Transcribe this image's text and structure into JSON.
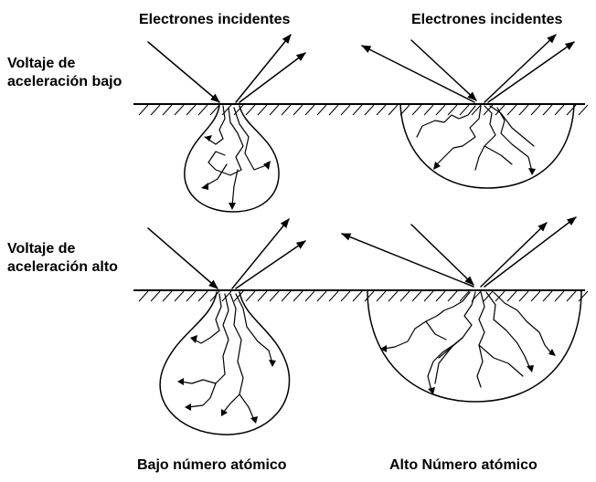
{
  "labels": {
    "incident_left": "Electrones incidentes",
    "incident_right": "Electrones incidentes",
    "low_voltage_line1": "Voltaje de",
    "low_voltage_line2": "aceleración bajo",
    "high_voltage_line1": "Voltaje de",
    "high_voltage_line2": "aceleración alto",
    "low_atomic": "Bajo número atómico",
    "high_atomic": "Alto Número atómico"
  }
}
